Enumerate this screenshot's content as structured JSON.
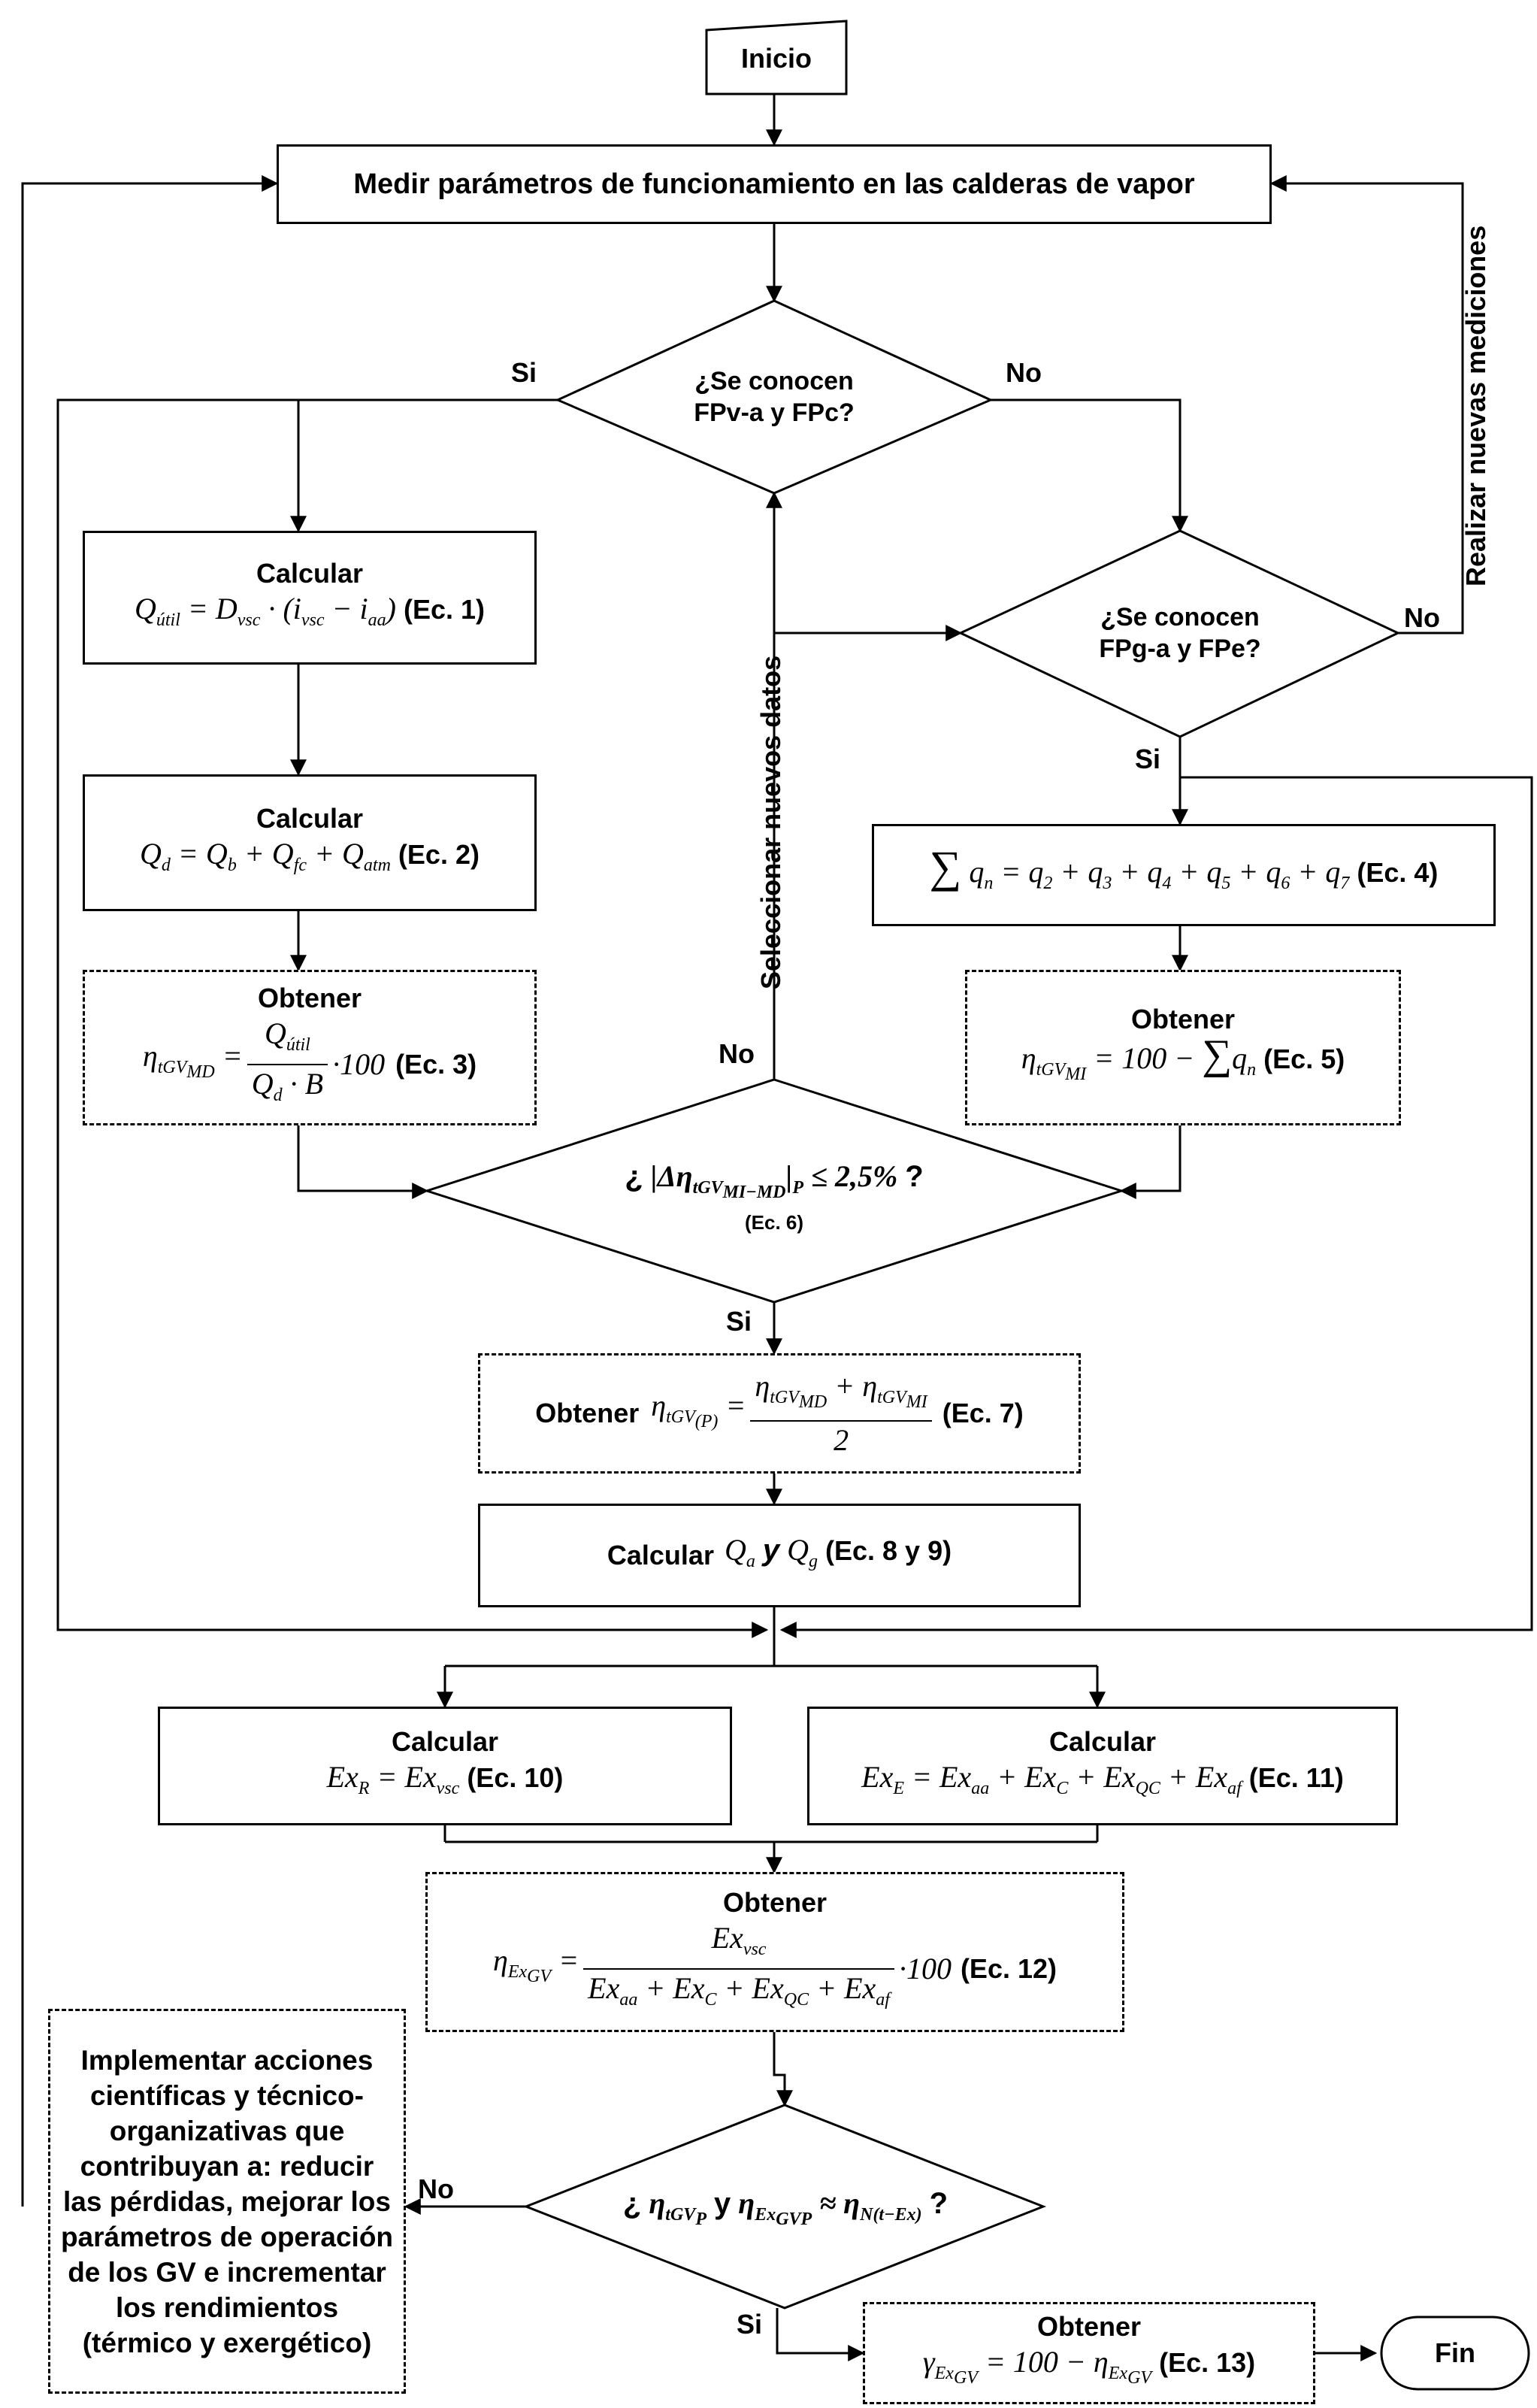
{
  "start": "Inicio",
  "end": "Fin",
  "measure": "Medir parámetros de funcionamiento en las calderas de vapor",
  "decision1": {
    "line1": "¿Se conocen",
    "line2": "FPv-a y FPc?"
  },
  "decision2": {
    "line1": "¿Se conocen",
    "line2": "FPg-a y FPe?"
  },
  "decision3": {
    "prefix": "¿",
    "formula": "|Δη",
    "sub": "tGVMI-MD",
    "rest": "|P ≤ 2,5%",
    "suffix": "?",
    "ec": "(Ec. 6)"
  },
  "decision4": {
    "prefix": "¿",
    "formula": "ηtGVP y ηExGVP ≈ ηN(t−Ex)",
    "suffix": "?"
  },
  "labels": {
    "si": "Si",
    "no": "No",
    "realizar": "Realizar nuevas mediciones",
    "seleccionar": "Seleccionar nuevos datos"
  },
  "steps": {
    "calc1": {
      "header": "Calcular",
      "formula": "Qútil = Dvsc · (ivsc − iaa)",
      "ec": "(Ec. 1)"
    },
    "calc2": {
      "header": "Calcular",
      "formula": "Qd = Qb + Qfc + Qatm",
      "ec": "(Ec. 2)"
    },
    "obt3": {
      "header": "Obtener",
      "formula_left": "ηtGVMD =",
      "num": "Qútil",
      "den": "Qd · B",
      "tail": "·100",
      "ec": "(Ec. 3)"
    },
    "sum4": {
      "formula": "∑ qn = q2 + q3 + q4 + q5 + q6 + q7",
      "ec": "(Ec. 4)"
    },
    "obt5": {
      "header": "Obtener",
      "formula": "ηtGVMI = 100 − ∑ qn",
      "ec": "(Ec. 5)"
    },
    "obt7": {
      "header": "Obtener",
      "formula_left": "ηtGV(P) =",
      "num": "ηtGVMD + ηtGVMI",
      "den": "2",
      "ec": "(Ec. 7)"
    },
    "calc89": {
      "header": "Calcular",
      "mid": "Qa",
      "conj": "y",
      "mid2": "Qg",
      "ec": "(Ec. 8 y 9)"
    },
    "calc10": {
      "header": "Calcular",
      "formula": "ExR = Exvsc",
      "ec": "(Ec. 10)"
    },
    "calc11": {
      "header": "Calcular",
      "formula": "ExE = Exaa + ExC + ExQC + Exaf",
      "ec": "(Ec. 11)"
    },
    "obt12": {
      "header": "Obtener",
      "formula_left": "ηExGV =",
      "num": "Exvsc",
      "den": "Exaa + ExC + ExQC + Exaf",
      "tail": "·100",
      "ec": "(Ec. 12)"
    },
    "obt13": {
      "header": "Obtener",
      "formula": "γExGV = 100 − ηExGV",
      "ec": "(Ec. 13)"
    }
  },
  "action": "Implementar acciones científicas y técnico-organizativas que contribuyan a: reducir las pérdidas, mejorar los parámetros de operación de los GV e incrementar los rendimientos (térmico y exergético)"
}
